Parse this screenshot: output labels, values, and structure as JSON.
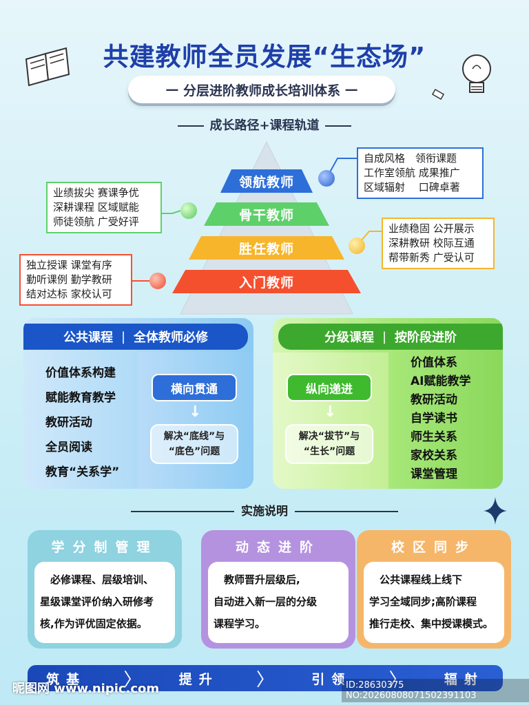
{
  "header": {
    "title": "共建教师全员发展“生态场”",
    "subtitle": "分层进阶教师成长培训体系",
    "section_title": "成长路径+课程轨道"
  },
  "pyramid": {
    "levels": [
      "领航教师",
      "骨干教师",
      "胜任教师",
      "入门教师"
    ],
    "notes": [
      [
        "自成风格　领衔课题",
        "工作室领航 成果推广",
        "区域辐射　 口碑卓著"
      ],
      [
        "业绩拔尖 赛课争优",
        "深耕课程 区域赋能",
        "师徒领航 广受好评"
      ],
      [
        "业绩稳固 公开展示",
        "深耕教研 校际互通",
        "帮带新秀 广受认可"
      ],
      [
        "独立授课 课堂有序",
        "勤听课例 勤学教研",
        "结对达标 家校认可"
      ]
    ],
    "colors": [
      "#2d6ed8",
      "#5ed06a",
      "#f6b52a",
      "#f4502e"
    ]
  },
  "public_course": {
    "name": "公共课程",
    "sep": "|",
    "desc": "全体教师必修",
    "items": [
      "价值体系构建",
      "赋能教育教学",
      "教研活动",
      "全员阅读",
      "教育“关系学”"
    ],
    "tag": "横向贯通",
    "solve_line1": "解决“底线”与",
    "solve_line2": "“底色”问题"
  },
  "graded_course": {
    "name": "分级课程",
    "sep": "|",
    "desc": "按阶段进阶",
    "items": [
      "价值体系",
      "AI赋能教学",
      "教研活动",
      "自学读书",
      "师生关系",
      "家校关系",
      "课堂管理"
    ],
    "tag": "纵向递进",
    "solve_line1": "解决“拔节”与",
    "solve_line2": "“生长”问题"
  },
  "implementation": {
    "title": "实施说明",
    "cards": [
      {
        "title": "学分制管理",
        "lines": [
          "　必修课程、层级培训、",
          "星级课堂评价纳入研修考",
          "核,作为评优固定依据。"
        ]
      },
      {
        "title": "动态进阶",
        "lines": [
          "　教师晋升层级后,",
          "自动进入新一层的分级",
          "课程学习。"
        ]
      },
      {
        "title": "校区同步",
        "lines": [
          "　公共课程线上线下",
          "学习全域同步;高阶课程",
          "推行走校、集中授课模式。"
        ]
      }
    ]
  },
  "bottom_bar": {
    "steps": [
      "筑基",
      "提升",
      "引领",
      "辐射"
    ]
  },
  "watermark": {
    "left": "昵图网 www.nipic.com",
    "right": "ID:28630375 NO:20260808071502391103"
  },
  "icons": [
    "book-icon",
    "lightbulb-icon",
    "sparkle-icon",
    "chevron-right-icon"
  ]
}
